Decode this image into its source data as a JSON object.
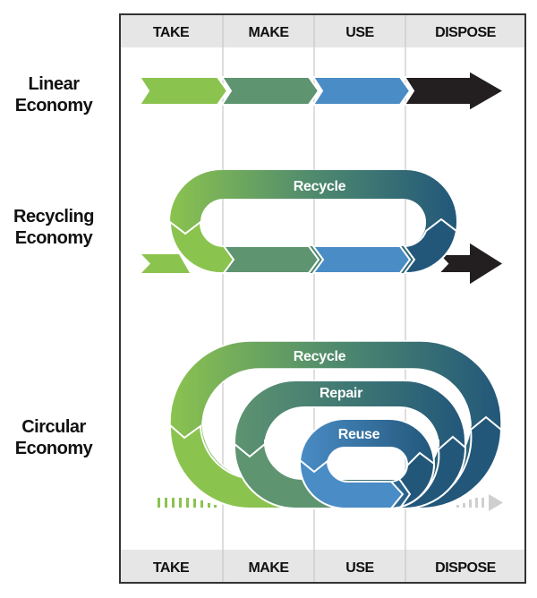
{
  "columns": [
    "TAKE",
    "MAKE",
    "USE",
    "DISPOSE"
  ],
  "rows": [
    {
      "id": "linear",
      "label_lines": [
        "Linear",
        "Economy"
      ]
    },
    {
      "id": "recycling",
      "label_lines": [
        "Recycling",
        "Economy"
      ]
    },
    {
      "id": "circular",
      "label_lines": [
        "Circular",
        "Economy"
      ]
    }
  ],
  "loops": {
    "recycling_recycle": "Recycle",
    "circular_recycle": "Recycle",
    "circular_repair": "Repair",
    "circular_reuse": "Reuse"
  },
  "colors": {
    "take": "#8bc34f",
    "make": "#5e9470",
    "use": "#4a8cc6",
    "dispose": "#231f20",
    "loop_end": "#22577a",
    "header_bg": "#e6e6e6",
    "divider": "#c8c8c8",
    "border": "#333333",
    "faded_arrow": "#cfcfcf"
  }
}
